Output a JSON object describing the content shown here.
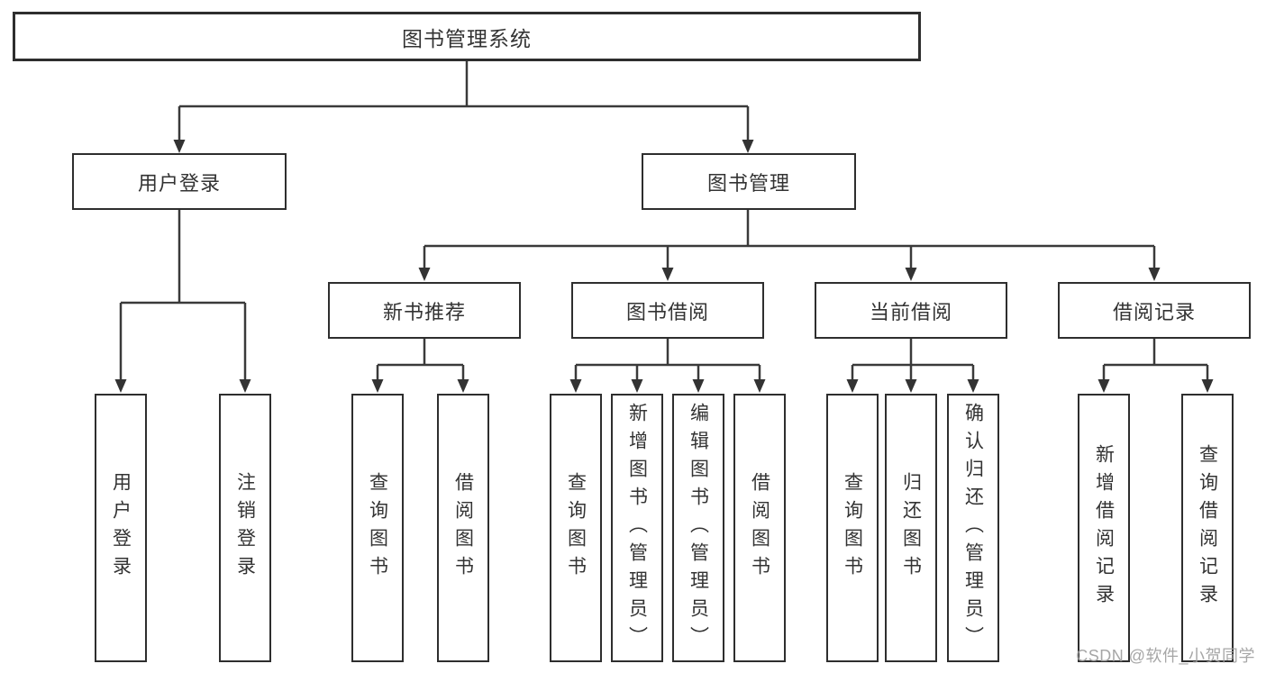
{
  "tree": {
    "root": {
      "label": "图书管理系统"
    },
    "branches": [
      {
        "label": "用户登录",
        "children": [
          {
            "label": "用户登录"
          },
          {
            "label": "注销登录"
          }
        ]
      },
      {
        "label": "图书管理",
        "groups": [
          {
            "label": "新书推荐",
            "children": [
              {
                "label": "查询图书"
              },
              {
                "label": "借阅图书"
              }
            ]
          },
          {
            "label": "图书借阅",
            "children": [
              {
                "label": "查询图书"
              },
              {
                "label": "新增图书（管理员）"
              },
              {
                "label": "编辑图书（管理员）"
              },
              {
                "label": "借阅图书"
              }
            ]
          },
          {
            "label": "当前借阅",
            "children": [
              {
                "label": "查询图书"
              },
              {
                "label": "归还图书"
              },
              {
                "label": "确认归还（管理员）"
              }
            ]
          },
          {
            "label": "借阅记录",
            "children": [
              {
                "label": "新增借阅记录"
              },
              {
                "label": "查询借阅记录"
              }
            ]
          }
        ]
      }
    ]
  },
  "watermark": {
    "text": "CSDN @软件_小贺同学"
  },
  "colors": {
    "line": "#3a3a3a",
    "border": "#2e2e2e",
    "text": "#333333",
    "watermark": "#9d9d9d"
  }
}
